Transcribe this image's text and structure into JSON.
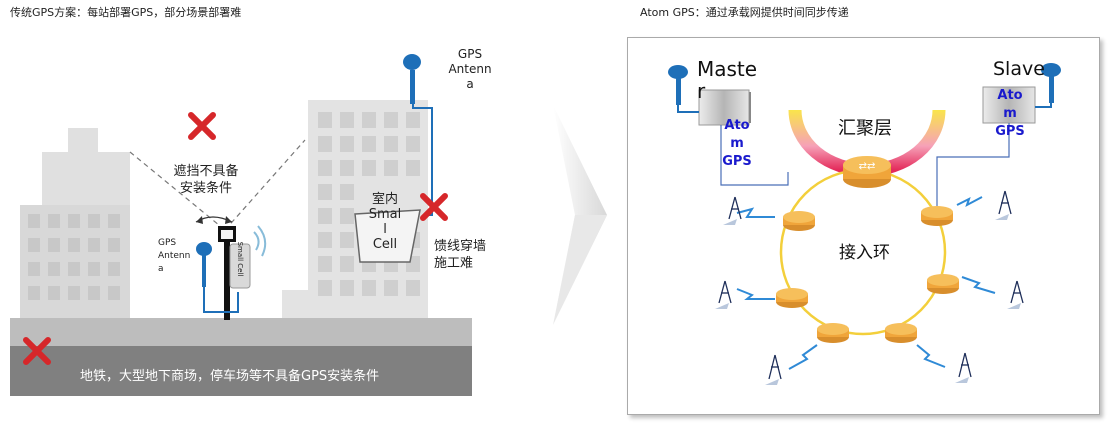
{
  "left": {
    "caption": "传统GPS方案：每站部署GPS，部分场景部署难",
    "block_text": "遮挡不具备\n安装条件",
    "gps_antenna_roof": "GPS\nAntenn\na",
    "gps_antenna_pole": "GPS\nAntenn\na",
    "small_cell_pole": "Small Cell",
    "indoor_cell": "室内\nSmal\nl\nCell",
    "feeder_text": "馈线穿墙\n施工难",
    "ground_text": "地铁，大型地下商场，停车场等不具备GPS安装条件"
  },
  "right": {
    "caption": "Atom GPS：通过承载网提供时间同步传递",
    "master_label": "Maste\nr",
    "slave_label": "Slave",
    "atom_gps_master": "Ato\nm\nGPS",
    "atom_gps_slave": "Ato\nm\nGPS",
    "aggregation_label": "汇聚层",
    "access_ring_label": "接入环"
  },
  "colors": {
    "x_mark": "#d6272a",
    "antenna_blue": "#1e6fb8",
    "atom_text": "#1a1acd",
    "ring": "#f3cf3b",
    "router": "#f0a53a"
  }
}
